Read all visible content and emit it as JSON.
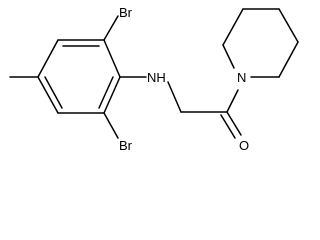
{
  "structure": {
    "atom_labels": {
      "bromine_top": "Br",
      "bromine_bottom": "Br",
      "amine_nh": "NH",
      "piperidine_nitrogen": "N",
      "carbonyl_oxygen": "O"
    },
    "colors": {
      "bond": "#000000",
      "label": "#000000",
      "background": "#ffffff"
    }
  }
}
